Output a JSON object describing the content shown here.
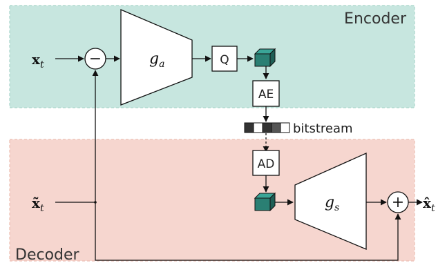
{
  "encoder": {
    "label": "Encoder",
    "fill": "#c7e6df",
    "border": "#a9d6cb"
  },
  "decoder": {
    "label": "Decoder",
    "fill": "#f6d6cf",
    "border": "#ecbdb2"
  },
  "inputs": {
    "x_t": {
      "base": "x",
      "sub": "t"
    },
    "x_tilde_t": {
      "base": "x̃",
      "sub": "t"
    },
    "x_hat_t": {
      "base": "x̂",
      "sub": "t"
    }
  },
  "ops": {
    "subtract": "−",
    "add": "+"
  },
  "transforms": {
    "g_a": {
      "base": "g",
      "sub": "a"
    },
    "g_s": {
      "base": "g",
      "sub": "s"
    }
  },
  "blocks": {
    "quantizer": "Q",
    "arithmetic_encoder": "AE",
    "arithmetic_decoder": "AD"
  },
  "bitstream": {
    "label": "bitstream",
    "cells": [
      "#333333",
      "#ffffff",
      "#333333",
      "#555555",
      "#ffffff"
    ]
  },
  "colors": {
    "latent_cube": "#2a7f73",
    "latent_cube_top": "#3aa597",
    "latent_cube_side": "#1f5f56"
  }
}
